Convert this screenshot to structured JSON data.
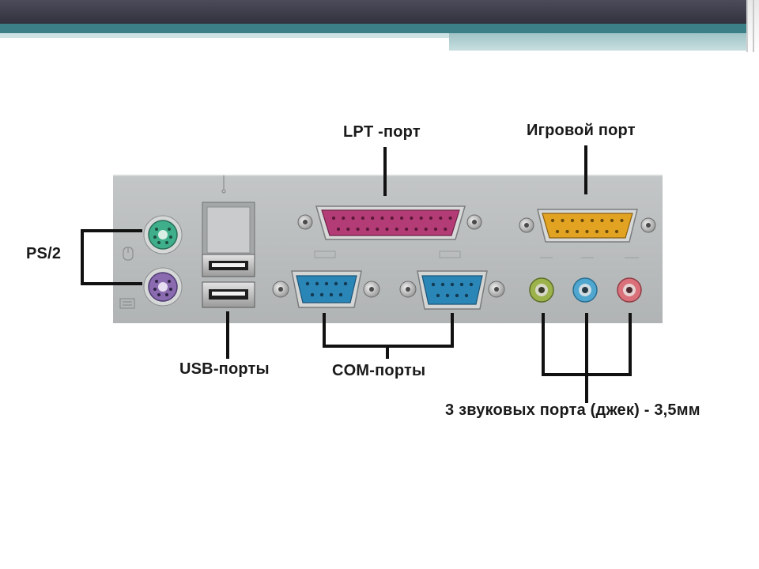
{
  "labels": {
    "ps2": "PS/2",
    "lpt": "LPT -порт",
    "game": "Игровой порт",
    "usb": "USB-порты",
    "com": "COM-порты",
    "audio": "3 звуковых порта (джек) - 3,5мм"
  },
  "colors": {
    "panel": "#b9bcbd",
    "ps2_mouse": "#3fae8a",
    "ps2_keyboard": "#8a6bb0",
    "lpt": "#b43c76",
    "game": "#e1a321",
    "com": "#2b86b8",
    "audio_green": "#9cb24a",
    "audio_blue": "#4fa6cf",
    "audio_pink": "#d9707a",
    "header_dark": "#3a3a46",
    "header_teal": "#3d7f86"
  }
}
